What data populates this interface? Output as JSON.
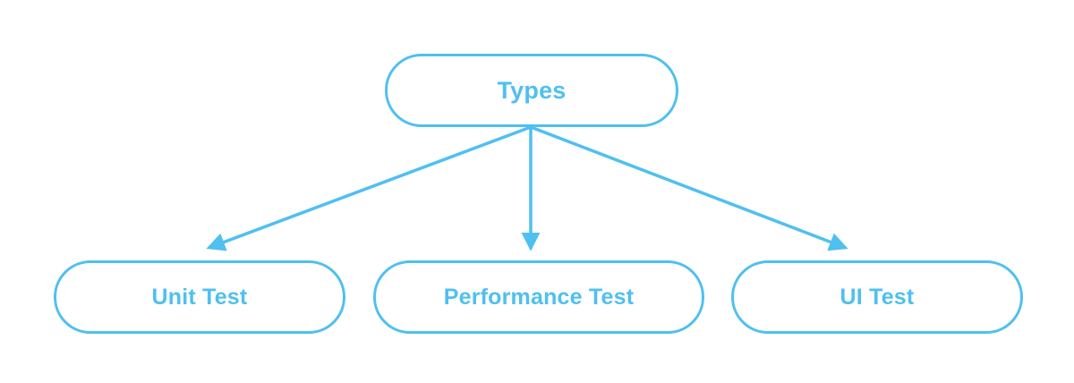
{
  "diagram": {
    "type": "tree",
    "orientation": "top-down",
    "background_color": "#FFFFFF",
    "accent_color": "#4FC0EF",
    "node_fill_color": "#FFFFFF",
    "text_color": "#4FC0EF",
    "root": {
      "id": "root",
      "label": "Types"
    },
    "children": [
      {
        "id": "unit",
        "label": "Unit Test"
      },
      {
        "id": "performance",
        "label": "Performance Test"
      },
      {
        "id": "ui",
        "label": "UI Test"
      }
    ],
    "edges": [
      {
        "from": "Types",
        "to": "Unit Test",
        "arrow": "arrowhead-icon"
      },
      {
        "from": "Types",
        "to": "Performance Test",
        "arrow": "arrowhead-icon"
      },
      {
        "from": "Types",
        "to": "UI Test",
        "arrow": "arrowhead-icon"
      }
    ]
  }
}
